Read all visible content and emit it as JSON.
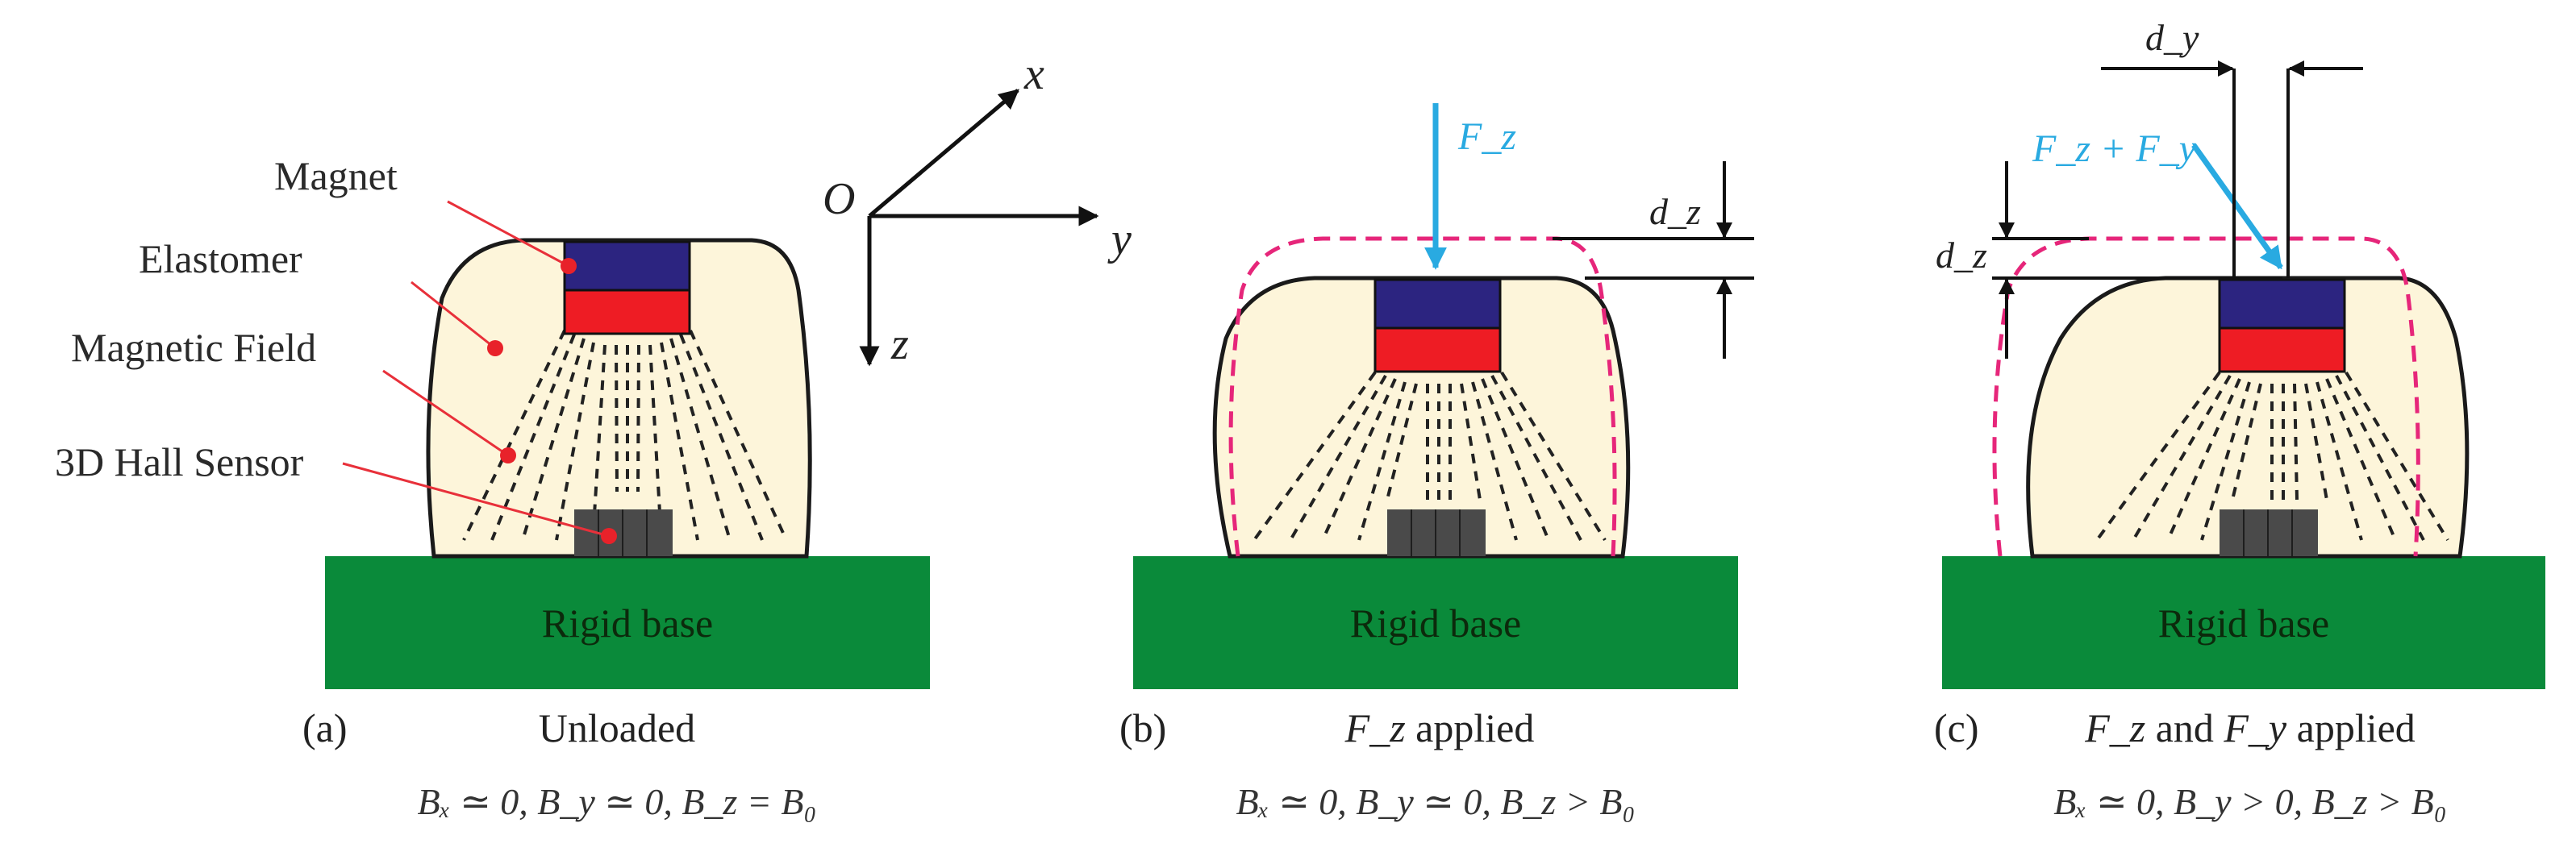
{
  "colors": {
    "elastomer": "#fdf5da",
    "magnet_north": "#2c2480",
    "magnet_south": "#ee1c24",
    "sensor": "#4a4a4a",
    "base": "#0a8a3a",
    "force_arrow": "#29aae1",
    "dashed_outline": "#e6267a",
    "leader_line": "#e8303a",
    "leader_dot": "#e8222a"
  },
  "labels": {
    "magnet": "Magnet",
    "elastomer": "Elastomer",
    "magnetic_field": "Magnetic Field",
    "hall_sensor": "3D Hall Sensor",
    "rigid_base": "Rigid base"
  },
  "axes": {
    "origin": "O",
    "x": "x",
    "y": "y",
    "z": "z"
  },
  "panels": [
    {
      "letter": "(a)",
      "title": "Unloaded",
      "formula": "Bₓ ≃ 0, B_y ≃ 0, B_z = B₀"
    },
    {
      "letter": "(b)",
      "title_sym": "F_z",
      "title_rest": " applied",
      "formula": "Bₓ ≃ 0, B_y ≃ 0, B_z > B₀",
      "force": "F_z",
      "dim_z": "d_z"
    },
    {
      "letter": "(c)",
      "title_sym1": "F_z",
      "title_and": " and ",
      "title_sym2": "F_y",
      "title_rest": " applied",
      "formula": "Bₓ ≃ 0, B_y > 0, B_z > B₀",
      "force": "F_z + F_y",
      "dim_z": "d_z",
      "dim_y": "d_y"
    }
  ]
}
